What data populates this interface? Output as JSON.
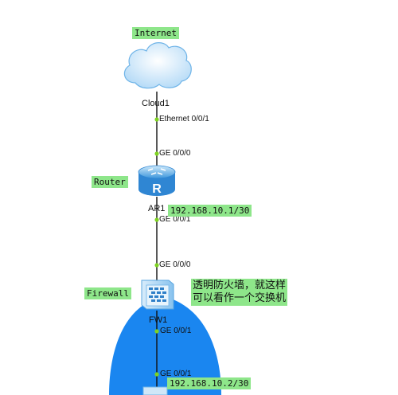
{
  "diagram": {
    "nodes": {
      "cloud": {
        "tag": "Internet",
        "name": "Cloud1"
      },
      "router": {
        "tag": "Router",
        "name": "AR1"
      },
      "firewall": {
        "tag": "Firewall",
        "name": "FW1"
      }
    },
    "links": [
      {
        "from_port": "Ethernet 0/0/1",
        "to_port": "GE 0/0/0"
      },
      {
        "from_port": "GE 0/0/1",
        "to_port": "GE 0/0/0"
      },
      {
        "from_port": "GE 0/0/1",
        "to_port": "GE 0/0/1"
      }
    ],
    "addresses": {
      "router_lan": "192.168.10.1/30",
      "bottom_device": "192.168.10.2/30"
    },
    "note": {
      "line1": "透明防火墙，就这样",
      "line2": "可以看作一个交换机"
    },
    "colors": {
      "zone": "#1a86f0",
      "link": "#111111",
      "port_dot": "#7ed321",
      "label_bg": "#8ee68a",
      "device_blue": "#4aa3e8"
    }
  }
}
